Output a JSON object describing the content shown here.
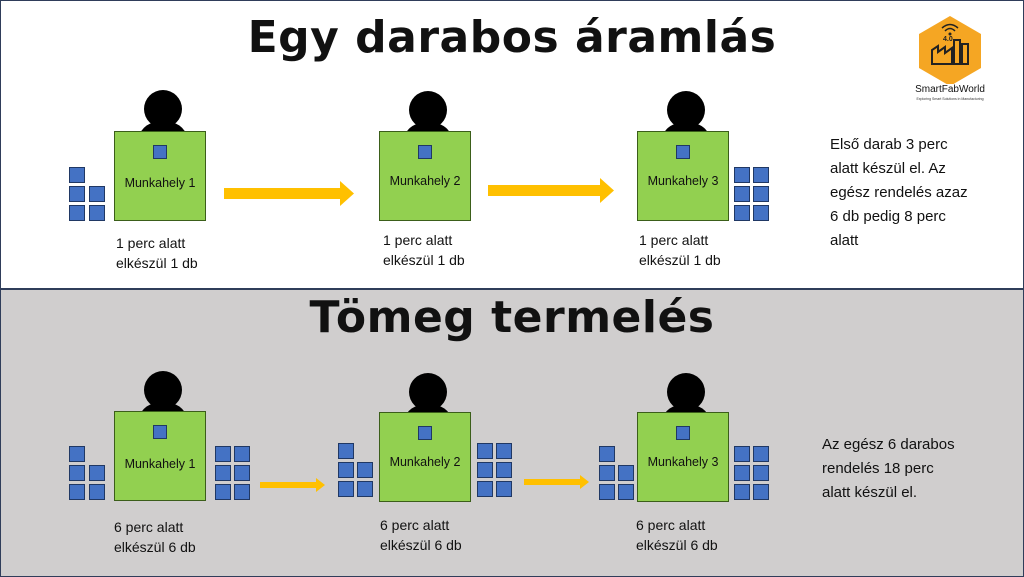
{
  "top": {
    "title": "Egy darabos áramlás",
    "stations": [
      {
        "label": "Munkahely 1",
        "note_line1": "1 perc alatt",
        "note_line2": "elkészül 1 db"
      },
      {
        "label": "Munkahely 2",
        "note_line1": "1 perc alatt",
        "note_line2": "elkészül 1 db"
      },
      {
        "label": "Munkahely 3",
        "note_line1": "1 perc alatt",
        "note_line2": "elkészül 1 db"
      }
    ],
    "summary": [
      "Első darab 3 perc",
      "alatt készül el. Az",
      "egész rendelés azaz",
      "6 db pedig 8 perc",
      "alatt"
    ]
  },
  "bottom": {
    "title": "Tömeg termelés",
    "stations": [
      {
        "label": "Munkahely 1",
        "note_line1": "6 perc alatt",
        "note_line2": "elkészül 6 db"
      },
      {
        "label": "Munkahely 2",
        "note_line1": "6 perc alatt",
        "note_line2": "elkészül 6 db"
      },
      {
        "label": "Munkahely 3",
        "note_line1": "6 perc alatt",
        "note_line2": "elkészül 6 db"
      }
    ],
    "summary": [
      "Az egész 6 darabos",
      "rendelés 18 perc",
      "alatt készül el."
    ]
  },
  "logo": {
    "brand": "SmartFabWorld",
    "tagline": "Exploring Smart Solutions in Manufacturing",
    "badge": "4.0"
  },
  "colors": {
    "station_fill": "#92d050",
    "part_fill": "#4472c4",
    "arrow": "#ffc000",
    "bottom_bg": "#d0cece",
    "logo_orange": "#f5a623"
  }
}
